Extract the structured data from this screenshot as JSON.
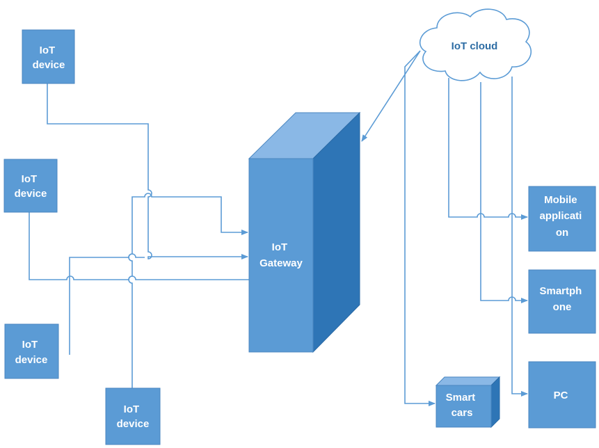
{
  "colors": {
    "box_fill": "#5b9bd5",
    "box_stroke": "#4a86c0",
    "gateway_front": "#5b9bd5",
    "gateway_side": "#2e75b6",
    "gateway_top": "#8ab8e6",
    "line": "#5b9bd5",
    "cloud_text": "#2e6da4"
  },
  "nodes": {
    "iot_device_1": [
      "IoT",
      "device"
    ],
    "iot_device_2": [
      "IoT",
      "device"
    ],
    "iot_device_3": [
      "IoT",
      "device"
    ],
    "iot_device_4": [
      "IoT",
      "device"
    ],
    "gateway": [
      "IoT",
      "Gateway"
    ],
    "cloud": "IoT cloud",
    "mobile_app": [
      "Mobile",
      "applicati",
      "on"
    ],
    "smartphone": [
      "Smartph",
      "one"
    ],
    "pc": [
      "PC"
    ],
    "smart_cars": [
      "Smart",
      "cars"
    ]
  }
}
